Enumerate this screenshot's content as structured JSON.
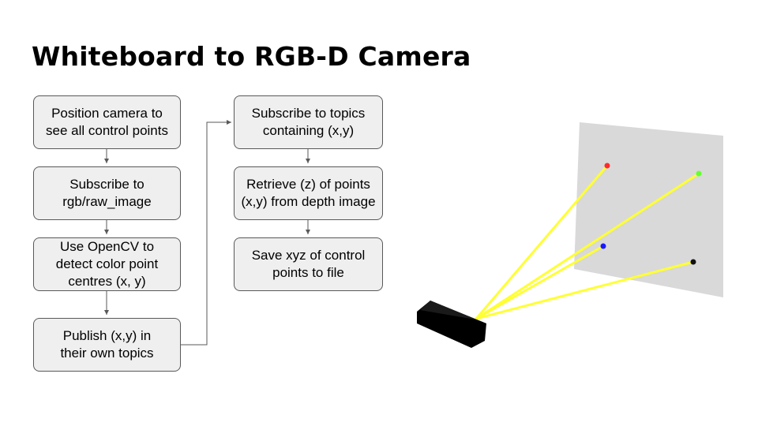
{
  "title": "Whiteboard to RGB-D Camera",
  "flow_left": [
    {
      "text": "Position camera to see all control points"
    },
    {
      "text": "Subscribe to rgb/raw_image"
    },
    {
      "text": "Use OpenCV to detect color point centres (x, y)"
    },
    {
      "text": "Publish (x,y) in their own topics"
    }
  ],
  "flow_right": [
    {
      "text": "Subscribe to topics containing (x,y)"
    },
    {
      "text": "Retrieve (z) of points (x,y) from depth image"
    },
    {
      "text": "Save xyz of control points to file"
    }
  ],
  "illustration": {
    "board_color": "#d9d9d9",
    "ray_color": "#ffff33",
    "camera_color": "#000000",
    "control_point_colors": [
      "#ff2a2a",
      "#66ff33",
      "#1a1aff",
      "#111111"
    ]
  }
}
